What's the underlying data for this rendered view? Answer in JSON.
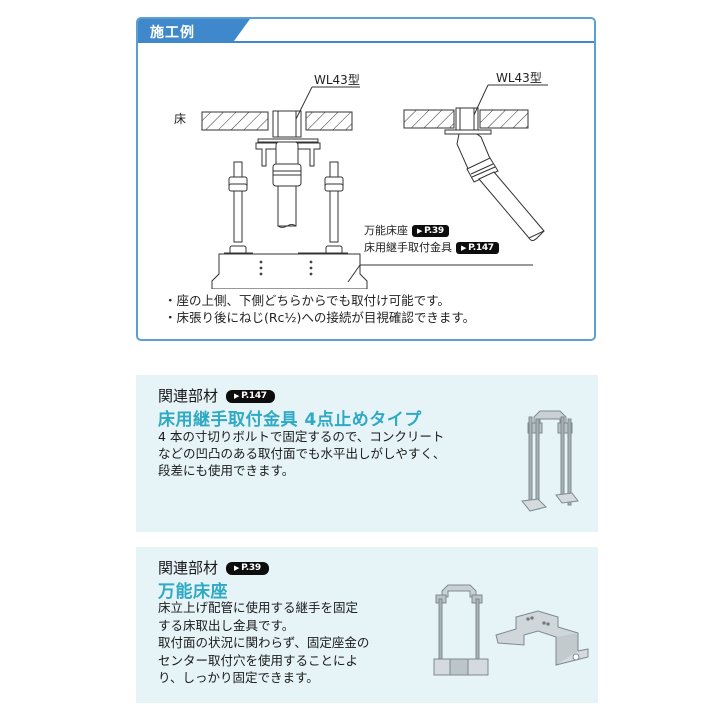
{
  "construction_example": {
    "tab_label": "施工例",
    "diagram_left": {
      "floor_label": "床",
      "model_label": "WL43型"
    },
    "diagram_right": {
      "model_label": "WL43型"
    },
    "callouts": [
      {
        "label": "万能床座",
        "page_ref": "P.39"
      },
      {
        "label": "床用継手取付金具",
        "page_ref": "P.147"
      }
    ],
    "notes": [
      "・座の上側、下側どちらからでも取付け可能です。",
      "・床張り後にねじ(Rc½)への接続が目視確認できます。"
    ]
  },
  "related_parts": [
    {
      "heading": "関連部材",
      "page_ref": "P.147",
      "title": "床用継手取付金具 4点止めタイプ",
      "description": [
        "4 本の寸切りボルトで固定するので、コンクリート",
        "などの凹凸のある取付面でも水平出しがしやすく、",
        "段差にも使用できます。"
      ],
      "image": "floor-joint-bracket-4point-photo"
    },
    {
      "heading": "関連部材",
      "page_ref": "P.39",
      "title": "万能床座",
      "description": [
        "床立上げ配管に使用する継手を固定",
        "する床取出し金具です。",
        "取付面の状況に関わらず、固定座金の",
        "センター取付穴を使用することによ",
        "り、しっかり固定できます。"
      ],
      "image": "universal-floor-seat-photo"
    }
  ],
  "colors": {
    "panel_border": "#5b9fd3",
    "tab_fill": "#3f88cc",
    "related_bg": "#e6f4f7",
    "title_teal": "#2fa9c4",
    "badge_bg": "#0d0d0d"
  }
}
